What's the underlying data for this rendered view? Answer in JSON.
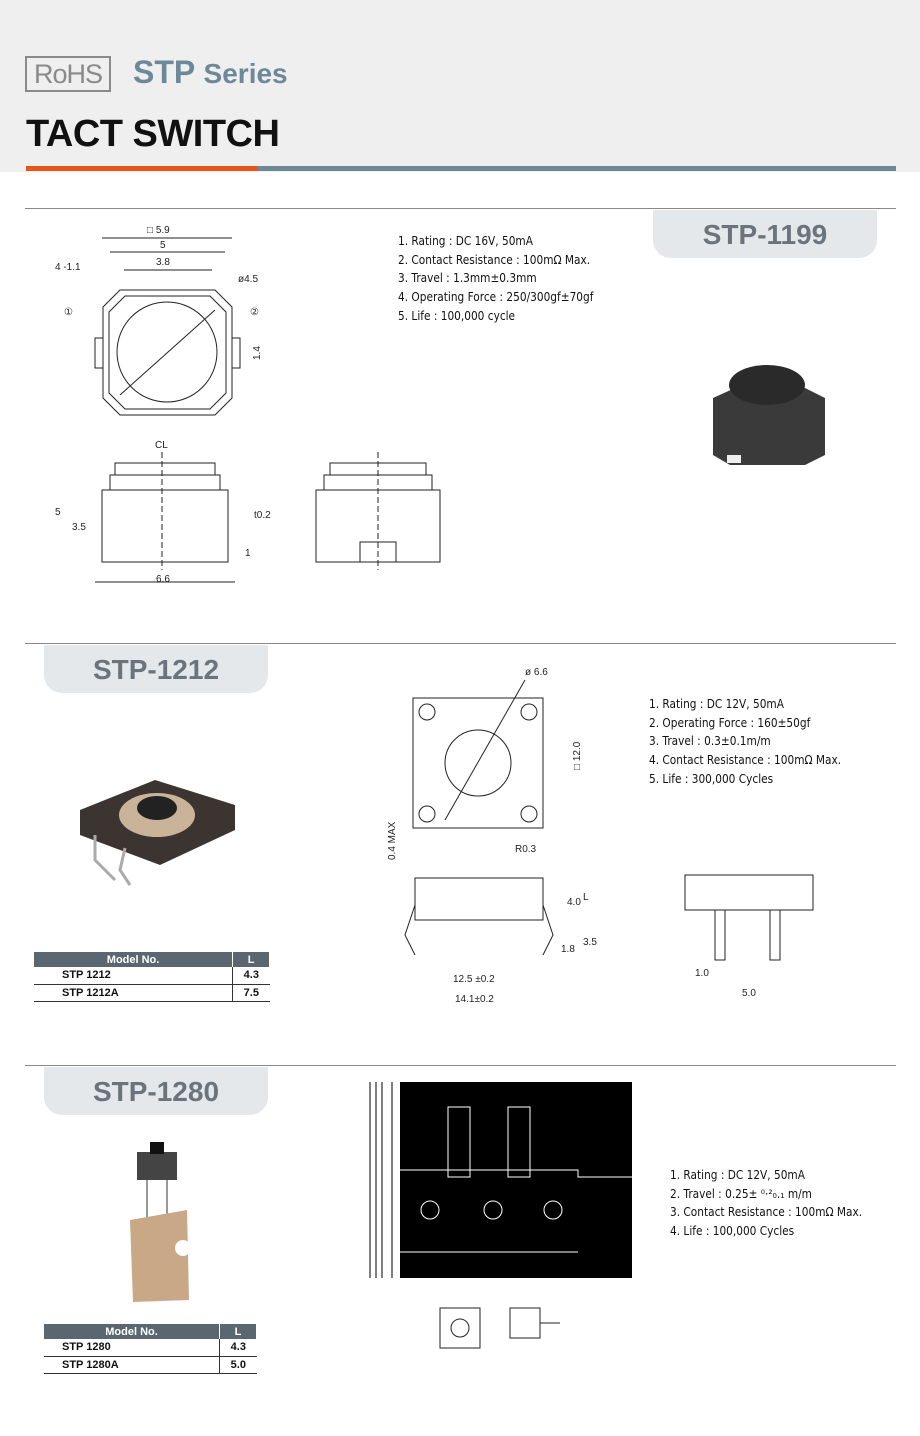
{
  "header": {
    "rohs": "RoHS",
    "series_bold": "STP",
    "series_rest": "Series",
    "title": "TACT SWITCH"
  },
  "colors": {
    "accent_orange": "#e8551c",
    "accent_gray": "#6e8794"
  },
  "stp1199": {
    "name": "STP-1199",
    "specs": [
      "1. Rating : DC 16V, 50mA",
      "2. Contact Resistance : 100mΩ Max.",
      "3. Travel : 1.3mm±0.3mm",
      "4. Operating Force : 250/300gf±70gf",
      "5. Life : 100,000 cycle"
    ],
    "dims": {
      "sq": "□ 5.9",
      "w5": "5",
      "w38": "3.8",
      "r41": "4 -1.1",
      "d45": "ø4.5",
      "p1": "①",
      "p2": "②",
      "h14": "1.4",
      "cl": "CL",
      "h5": "5",
      "h35": "3.5",
      "t02": "t0.2",
      "h1": "1",
      "w66": "6.6"
    }
  },
  "stp1212": {
    "name": "STP-1212",
    "specs": [
      "1. Rating : DC 12V, 50mA",
      "2. Operating Force : 160±50gf",
      "3. Travel : 0.3±0.1m/m",
      "4. Contact Resistance : 100mΩ Max.",
      "5. Life : 300,000 Cycles"
    ],
    "dims": {
      "d66": "ø 6.6",
      "sq12": "□ 12.0",
      "max04": "0.4 MAX",
      "r03": "R0.3",
      "h40": "4.0",
      "L": "L",
      "h35": "3.5",
      "h18": "1.8",
      "w125": "12.5 ±0.2",
      "w141": "14.1±0.2",
      "p10": "1.0",
      "p50": "5.0"
    },
    "table": {
      "headers": [
        "Model No.",
        "L"
      ],
      "rows": [
        [
          "STP 1212",
          "4.3"
        ],
        [
          "STP 1212A",
          "7.5"
        ]
      ]
    }
  },
  "stp1280": {
    "name": "STP-1280",
    "specs": [
      "1. Rating : DC 12V, 50mA",
      "2. Travel : 0.25± ⁰·²₀.₁ m/m",
      "3. Contact Resistance : 100mΩ Max.",
      "4. Life : 100,000 Cycles"
    ],
    "table": {
      "headers": [
        "Model No.",
        "L"
      ],
      "rows": [
        [
          "STP 1280",
          "4.3"
        ],
        [
          "STP 1280A",
          "5.0"
        ]
      ]
    }
  }
}
